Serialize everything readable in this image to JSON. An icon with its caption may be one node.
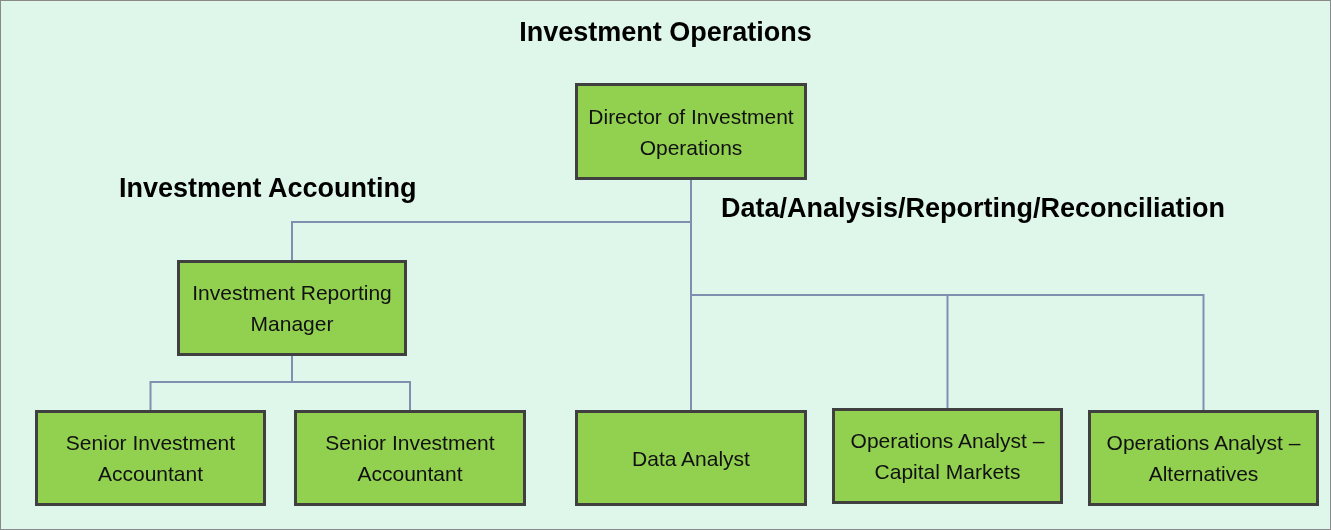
{
  "diagram": {
    "title": "Investment Operations",
    "nodes": [
      {
        "text": [
          "Director of Investment Operations"
        ]
      },
      {
        "text": [
          "Investment Reporting Manager"
        ]
      },
      {
        "text": [
          "Senior Investment Accountant"
        ]
      },
      {
        "text": [
          "Senior Investment Accountant"
        ]
      },
      {
        "text": [
          "Data Analyst"
        ]
      },
      {
        "text": [
          "Operations Analyst – Capital Markets"
        ]
      },
      {
        "text": [
          "Operations Analyst – Alternatives"
        ]
      }
    ],
    "edges": [
      {
        "from": 0,
        "to": 1,
        "arrow": "none"
      },
      {
        "from": 0,
        "to": 4,
        "arrow": "none"
      },
      {
        "from": 0,
        "to": 5,
        "arrow": "none"
      },
      {
        "from": 0,
        "to": 6,
        "arrow": "none"
      },
      {
        "from": 1,
        "to": 2,
        "arrow": "none"
      },
      {
        "from": 1,
        "to": 3,
        "arrow": "none"
      }
    ],
    "labels": [
      "Investment Accounting",
      "Data/Analysis/Reporting/Reconciliation"
    ]
  }
}
